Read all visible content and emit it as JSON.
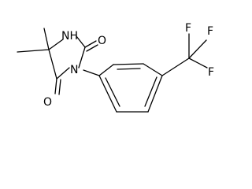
{
  "molecule": {
    "atoms": {
      "nh": "NH",
      "n": "N",
      "o_upper": "O",
      "o_lower": "O",
      "f_top_left": "F",
      "f_top_right": "F",
      "f_right": "F"
    }
  }
}
